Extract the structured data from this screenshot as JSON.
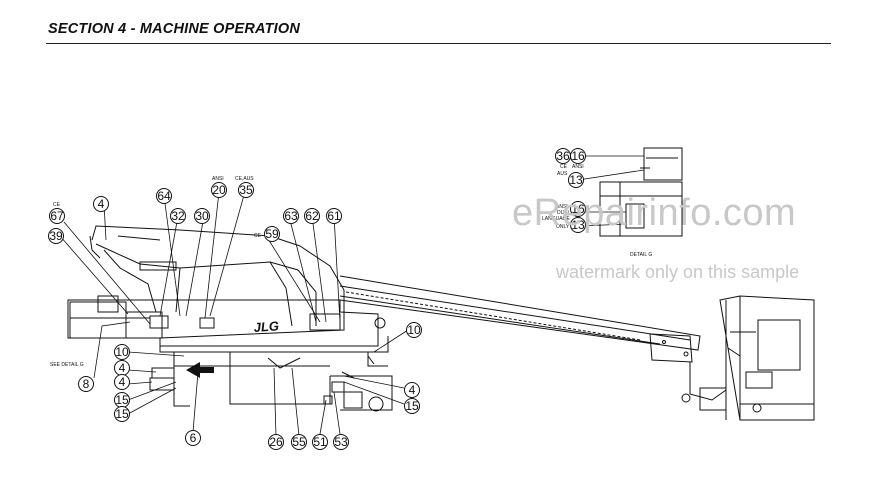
{
  "header": {
    "title": "SECTION 4 - MACHINE OPERATION"
  },
  "watermark": {
    "logo": "eRepairinfo.com",
    "note": "watermark only on this sample"
  },
  "detail": {
    "caption": "DETAIL G",
    "labels": {
      "ce": "CE",
      "ansi": "ANSI",
      "aus": "AUS",
      "ansi2": "ANSI",
      "dual": "DUAL",
      "language": "LANGUAGE",
      "only": "ONLY"
    },
    "callouts": [
      "36",
      "16",
      "13",
      "16",
      "13"
    ]
  },
  "labels": {
    "see_detail": "SEE DETAIL G",
    "ce_left": "CE",
    "ansi": "ANSI",
    "ce_aus": "CE,AUS",
    "ce_mid": "CE"
  },
  "brand": "JLG",
  "callouts": [
    {
      "id": "c67",
      "label": "67"
    },
    {
      "id": "c4a",
      "label": "4"
    },
    {
      "id": "c39",
      "label": "39"
    },
    {
      "id": "c64",
      "label": "64"
    },
    {
      "id": "c32",
      "label": "32"
    },
    {
      "id": "c30",
      "label": "30"
    },
    {
      "id": "c20",
      "label": "20"
    },
    {
      "id": "c35",
      "label": "35"
    },
    {
      "id": "c59",
      "label": "59"
    },
    {
      "id": "c63",
      "label": "63"
    },
    {
      "id": "c62",
      "label": "62"
    },
    {
      "id": "c61",
      "label": "61"
    },
    {
      "id": "c10a",
      "label": "10"
    },
    {
      "id": "c10b",
      "label": "10"
    },
    {
      "id": "c4b",
      "label": "4"
    },
    {
      "id": "c4c",
      "label": "4"
    },
    {
      "id": "c15a",
      "label": "15"
    },
    {
      "id": "c15b",
      "label": "15"
    },
    {
      "id": "c8",
      "label": "8"
    },
    {
      "id": "c6",
      "label": "6"
    },
    {
      "id": "c26",
      "label": "26"
    },
    {
      "id": "c55",
      "label": "55"
    },
    {
      "id": "c51",
      "label": "51"
    },
    {
      "id": "c53",
      "label": "53"
    },
    {
      "id": "c4d",
      "label": "4"
    },
    {
      "id": "c15c",
      "label": "15"
    }
  ]
}
